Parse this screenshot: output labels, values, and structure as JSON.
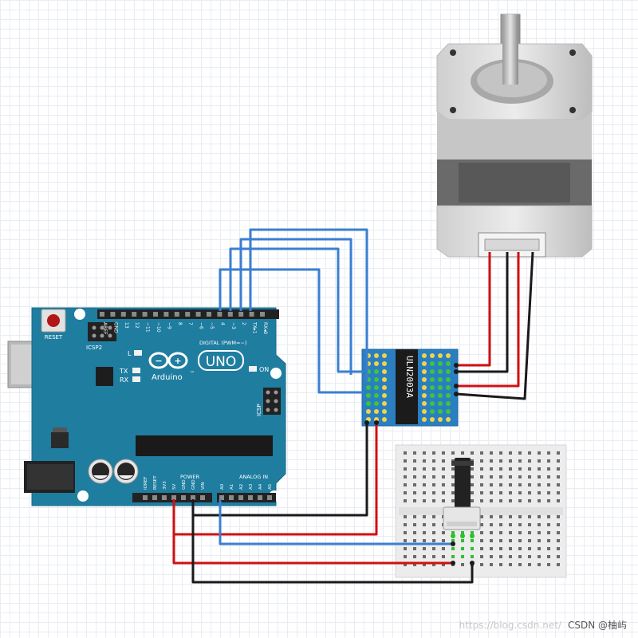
{
  "arduino": {
    "reset_label": "RESET",
    "icsp2_label": "ICSP2",
    "icsp_label": "ICSP",
    "brand_label": "Arduino",
    "tm_label": "™",
    "model_label": "UNO",
    "on_label": "ON",
    "l_label": "L",
    "tx_label": "TX",
    "rx_label": "RX",
    "digital_label": "DIGITAL (PWM=~)",
    "power_label": "POWER",
    "analog_label": "ANALOG IN",
    "top_headers": [
      "AREF",
      "GND",
      "13",
      "12",
      "~11",
      "~10",
      "~9",
      "8",
      "7",
      "~6",
      "~5",
      "4",
      "~3",
      "2",
      "TX▸1",
      "RX◂0"
    ],
    "bottom_headers": [
      "IOREF",
      "RESET",
      "3V3",
      "5V",
      "GND",
      "GND",
      "VIN",
      "A0",
      "A1",
      "A2",
      "A3",
      "A4",
      "A5"
    ]
  },
  "driver": {
    "chip_label": "ULN2003A"
  },
  "watermark": {
    "faint_text": "https://blog.csdn.net/",
    "text": "CSDN @柚屿"
  },
  "colors": {
    "board_blue": "#1f7da0",
    "wire_blue": "#3a7fd0",
    "wire_red": "#d01010",
    "wire_black": "#1a1a1a",
    "driver_pcb": "#2a7fc0"
  }
}
